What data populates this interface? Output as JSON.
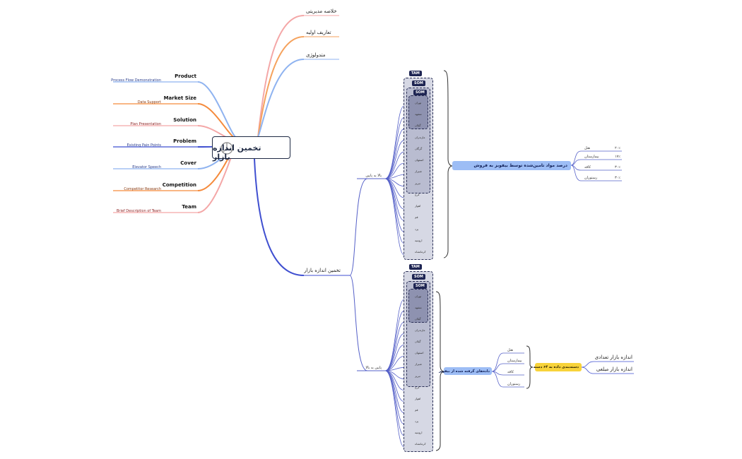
{
  "root": {
    "label": "تخمین اندازه بازار",
    "icon": "pie-chart-icon"
  },
  "right_top": [
    {
      "label": "خلاصه مدیریتی",
      "color": "#f4a7a7"
    },
    {
      "label": "تعاریف اولیه",
      "color": "#f5a25d"
    },
    {
      "label": "متدولوژی",
      "color": "#8fb3f0"
    }
  ],
  "left_topics": [
    {
      "title": "Product",
      "sub": "Process Flow Demonstration",
      "color": "#8fb3f0",
      "sub_color": "#2c3e8c"
    },
    {
      "title": "Market Size",
      "sub": "Data Support",
      "color": "#f58a3b",
      "sub_color": "#8a3a10"
    },
    {
      "title": "Solution",
      "sub": "Plan Presentation",
      "color": "#f4a7a7",
      "sub_color": "#8a1f1f"
    },
    {
      "title": "Problem",
      "sub": "Existing Pain Points",
      "color": "#3f4fd0",
      "sub_color": "#2c3e8c"
    },
    {
      "title": "Cover",
      "sub": "Elevator Speech",
      "color": "#8fb3f0",
      "sub_color": "#2c3e8c"
    },
    {
      "title": "Competition",
      "sub": "Competitor Research",
      "color": "#f58a3b",
      "sub_color": "#8a3a10"
    },
    {
      "title": "Team",
      "sub": "Brief Description of Team",
      "color": "#f4a7a7",
      "sub_color": "#8a1f1f"
    }
  ],
  "market": {
    "label": "تخمین اندازه بازار",
    "top_down": {
      "label": "بالا به پایین",
      "tags": [
        "TAM",
        "SOM",
        "SOM"
      ],
      "cities": [
        "تهران",
        "مشهد",
        "گیلان",
        "مازندران",
        "گرگان",
        "اصفهان",
        "شیراز",
        "تبریز",
        "کرج",
        "اهواز",
        "قم",
        "یزد",
        "ارومیه",
        "کرمانشاه"
      ],
      "percent_label": "درصد مواد تامین‌شده توسط بیفوبز به فروش",
      "percent_items": [
        {
          "label": "هتل",
          "value": "۲۰٪"
        },
        {
          "label": "بیمارستان",
          "value": "۱۷٪"
        },
        {
          "label": "کافه",
          "value": "۳۰٪"
        },
        {
          "label": "رستوران",
          "value": "۳۰٪"
        }
      ]
    },
    "bottom_up": {
      "label": "پایین به بالا",
      "tags": [
        "TAM",
        "SOM",
        "SOM"
      ],
      "cities": [
        "تهران",
        "مشهد",
        "گیلان",
        "مازندران",
        "گیلان",
        "اصفهان",
        "شیراز",
        "تبریز",
        "کرج",
        "اهواز",
        "قم",
        "یزد",
        "ارومیه",
        "کرمانشاه"
      ],
      "data_label": "داده‌های گرفته شده از بیفوبز",
      "categories": [
        "هتل",
        "بیمارستان",
        "کافه",
        "رستوران"
      ],
      "classification_label": "دسته‌بندی داده به ۶۴ دسته",
      "outputs": [
        "اندازه بازار تعدادی",
        "اندازه بازار مبلغی"
      ]
    }
  }
}
